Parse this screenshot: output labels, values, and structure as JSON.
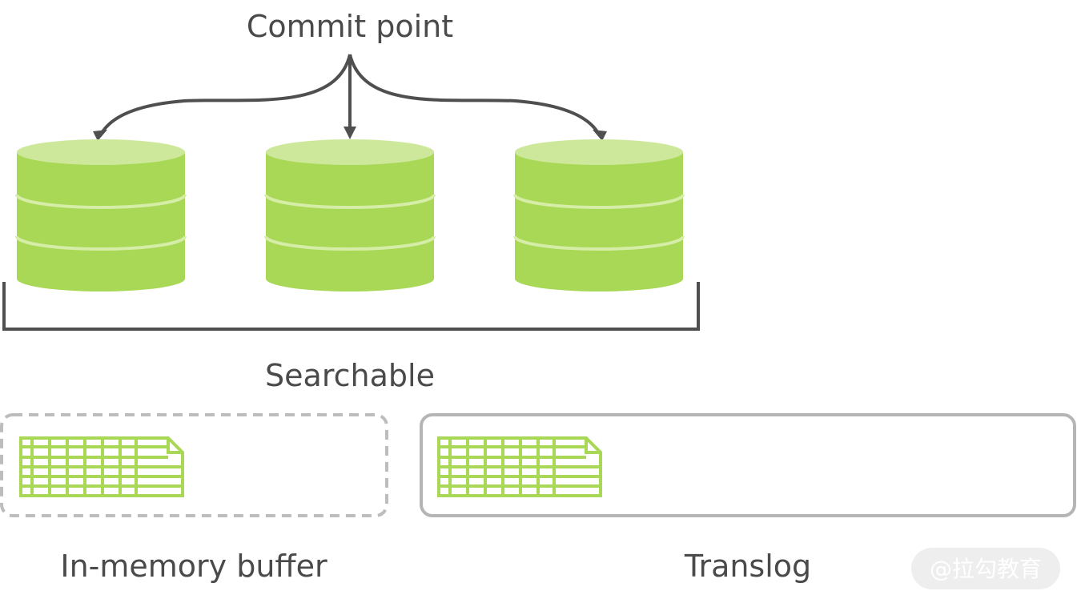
{
  "diagram": {
    "commit_point_label": "Commit point",
    "searchable_label": "Searchable",
    "in_memory_buffer_label": "In-memory buffer",
    "translog_label": "Translog",
    "watermark_text": "@拉勾教育",
    "segments": [
      {
        "id": "segment-1",
        "layers": 3
      },
      {
        "id": "segment-2",
        "layers": 3
      },
      {
        "id": "segment-3",
        "layers": 3
      }
    ],
    "colors": {
      "segment_fill": "#a8d855",
      "segment_top": "#cde89a",
      "segment_band": "#d6eda8",
      "arrow": "#4f4f4f",
      "bracket": "#4f4f4f",
      "doc_green": "#a8d855",
      "buffer_border": "#bdbdbd",
      "translog_border": "#b5b5b5",
      "text": "#4a4a4a",
      "watermark_bg": "#eeeeee",
      "watermark_text": "#ffffff"
    }
  }
}
